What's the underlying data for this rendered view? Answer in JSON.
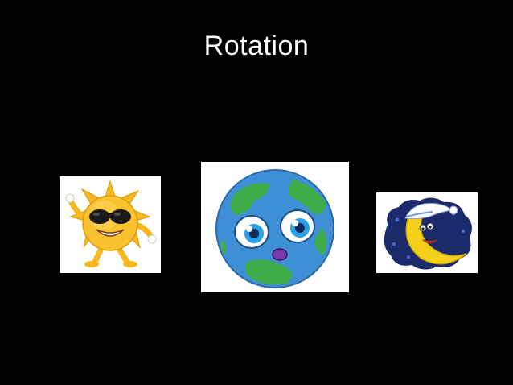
{
  "slide": {
    "title": "Rotation",
    "background_color": "#000000",
    "title_color": "#ffffff"
  },
  "images": [
    {
      "name": "sun-cartoon",
      "icon": "sun-with-sunglasses-icon"
    },
    {
      "name": "earth-cartoon",
      "icon": "smiling-earth-icon"
    },
    {
      "name": "moon-cartoon",
      "icon": "sleeping-moon-nightcap-icon"
    }
  ],
  "colors": {
    "sun": "#f6b81c",
    "earth_ocean": "#3f8fd6",
    "earth_land": "#3fae4a",
    "moon": "#f4d21c",
    "night_sky": "#1a2a6a"
  }
}
